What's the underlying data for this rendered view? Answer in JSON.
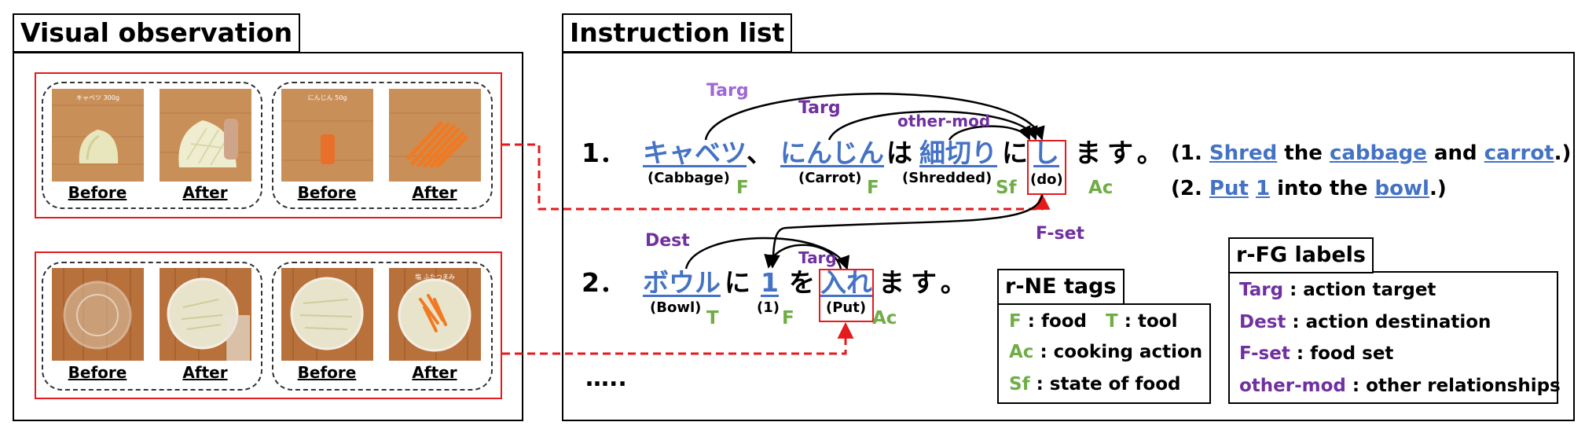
{
  "visual_panel": {
    "title": "Visual observation",
    "rows": [
      {
        "pairs": [
          {
            "caption": "キャベツ 300g",
            "before": "Before",
            "after": "After",
            "food": "cabbage"
          },
          {
            "caption": "にんじん 50g",
            "before": "Before",
            "after": "After",
            "food": "carrot"
          }
        ]
      },
      {
        "pairs": [
          {
            "caption": "",
            "before": "Before",
            "after": "After",
            "food": "bowl"
          },
          {
            "caption": "塩 ふたつまみ",
            "before": "Before",
            "after": "After",
            "food": "mix"
          }
        ]
      }
    ]
  },
  "instruction_panel": {
    "title": "Instruction list",
    "line1": {
      "num": "1．",
      "cabbage": "キャベツ",
      "sep": "、",
      "carrot": "にんじん",
      "ha": "は",
      "shred": "細切り",
      "ni": "に",
      "shi": "し",
      "masu": "ます。",
      "gloss_cabbage": "(Cabbage)",
      "gloss_carrot": "(Carrot)",
      "gloss_shred": "(Shredded)",
      "gloss_do": "(do)"
    },
    "line2": {
      "num": "2．",
      "bowl": "ボウル",
      "ni": "に",
      "one": "1",
      "wo": "を",
      "ire": "入れ",
      "masu": "ます。",
      "gloss_bowl": "(Bowl)",
      "gloss_one": "(1)",
      "gloss_put": "(Put)"
    },
    "ellipsis": "…..",
    "tags": {
      "F1": "F",
      "F2": "F",
      "Sf": "Sf",
      "Ac1": "Ac",
      "T": "T",
      "F3": "F",
      "Ac2": "Ac"
    },
    "relations": {
      "targ1": "Targ",
      "targ2": "Targ",
      "othermod": "other-mod",
      "dest": "Dest",
      "targ3": "Targ",
      "fset": "F-set"
    },
    "translation": {
      "t1_open": "(1.",
      "t1_shred": "Shred",
      "t1_the": "the",
      "t1_cabbage": "cabbage",
      "t1_and": "and",
      "t1_carrot": "carrot",
      "t1_close": ".)",
      "t2_open": "(2.",
      "t2_put": "Put",
      "t2_one": "1",
      "t2_into": "into the",
      "t2_bowl": "bowl",
      "t2_close": ".)"
    }
  },
  "rne_legend": {
    "title": "r-NE tags",
    "items": [
      {
        "tag": "F",
        "desc": ": food"
      },
      {
        "tag": "T",
        "desc": ": tool"
      },
      {
        "tag": "Ac",
        "desc": ": cooking action"
      },
      {
        "tag": "Sf",
        "desc": ": state of food"
      }
    ]
  },
  "rfg_legend": {
    "title": "r-FG labels",
    "items": [
      {
        "tag": "Targ",
        "desc": ": action target"
      },
      {
        "tag": "Dest",
        "desc": ": action destination"
      },
      {
        "tag": "F-set",
        "desc": ": food set"
      },
      {
        "tag": "other-mod",
        "desc": ": other relationships"
      }
    ]
  },
  "colors": {
    "red": "#e41a1c",
    "blue": "#4472c4",
    "green": "#70ad47",
    "purple": "#7030a0",
    "lilac": "#a066d3"
  }
}
